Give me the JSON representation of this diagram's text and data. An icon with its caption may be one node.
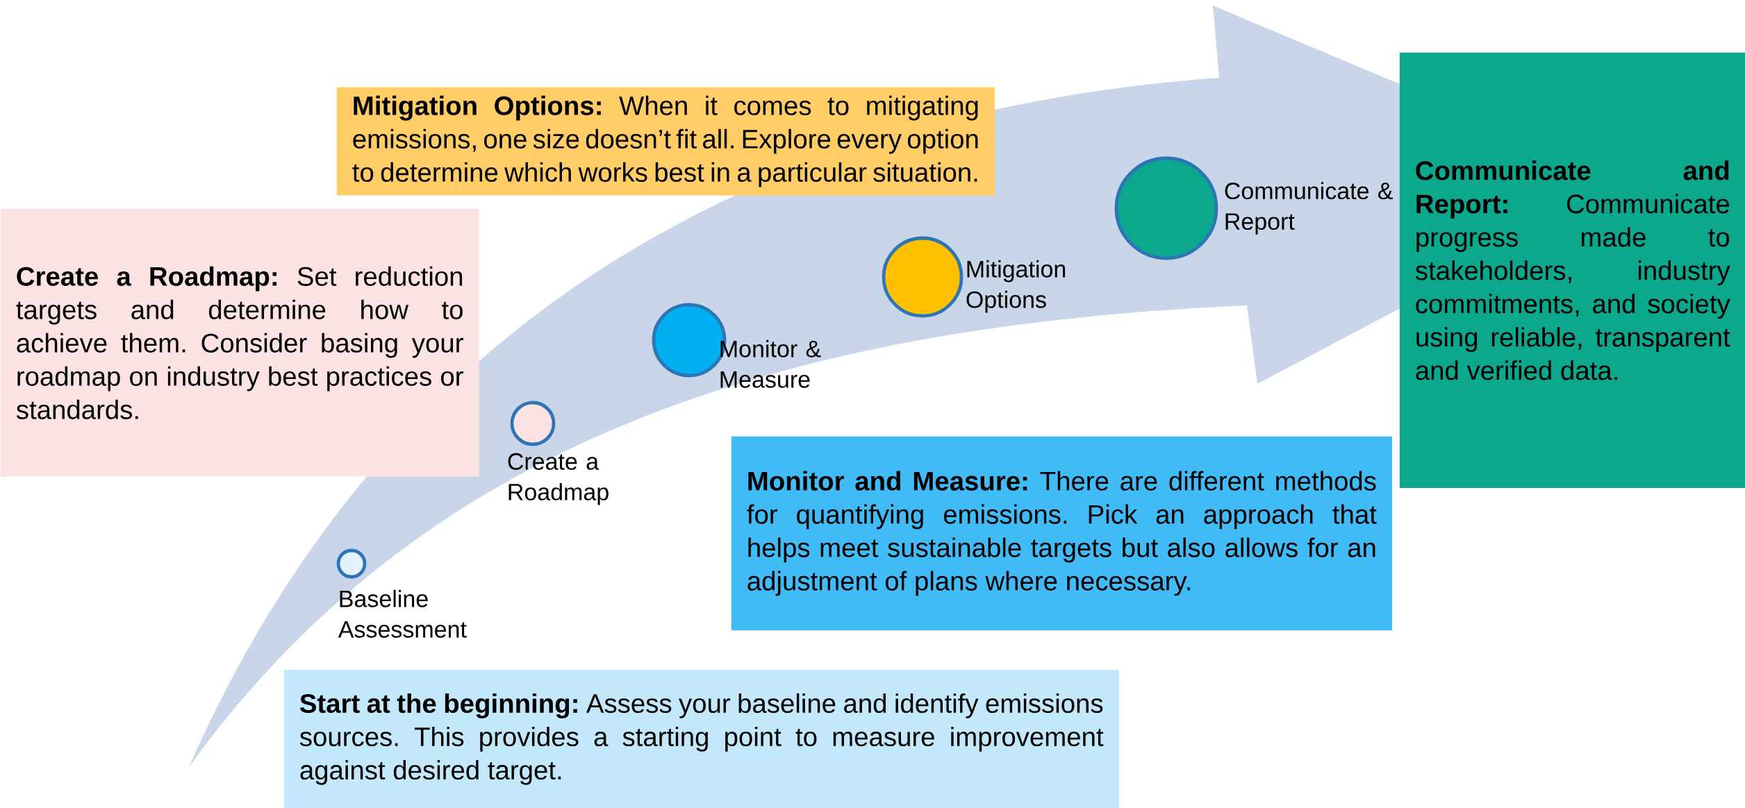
{
  "diagram": {
    "nodes": [
      {
        "text": [
          "**Mitigation Options:** When it comes to mitigating emissions, one size doesn’t fit all. Explore every option to determine which works best in a particular situation."
        ]
      },
      {
        "text": [
          "**Communicate and Report:** Communicate progress made to stakeholders, industry commitments, and society using reliable, transparent and verified data."
        ]
      },
      {
        "text": [
          "**Create a Roadmap:** Set reduction targets and determine how to achieve them. Consider basing your roadmap on industry best practices or standards."
        ]
      },
      {
        "text": [],
        "shape": "circle",
        "beside": [
          "Communicate & Report"
        ]
      },
      {
        "text": [],
        "shape": "circle",
        "beside": [
          "Mitigation Options"
        ]
      },
      {
        "text": [],
        "shape": "circle",
        "beside": [
          "Monitor & Measure"
        ]
      },
      {
        "text": [],
        "shape": "circle",
        "beside": [
          "Create a Roadmap"
        ]
      },
      {
        "text": [
          "**Monitor and Measure:** There are different methods for quantifying emissions. Pick an approach that helps meet sustainable targets but also allows for an adjustment of plans where necessary."
        ]
      },
      {
        "text": [],
        "shape": "circle",
        "beside": [
          "Baseline Assessment"
        ]
      },
      {
        "text": [
          "**Start at the beginning:** Assess your baseline and identify emissions sources. This provides a starting point to measure improvement against desired target."
        ]
      }
    ]
  }
}
